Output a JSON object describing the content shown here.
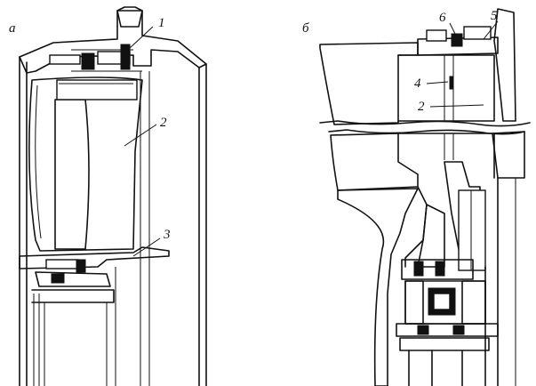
{
  "panels": [
    {
      "letter": "а",
      "callouts": [
        "1",
        "2",
        "3"
      ]
    },
    {
      "letter": "б",
      "callouts": [
        "4",
        "2",
        "5",
        "6"
      ]
    }
  ]
}
